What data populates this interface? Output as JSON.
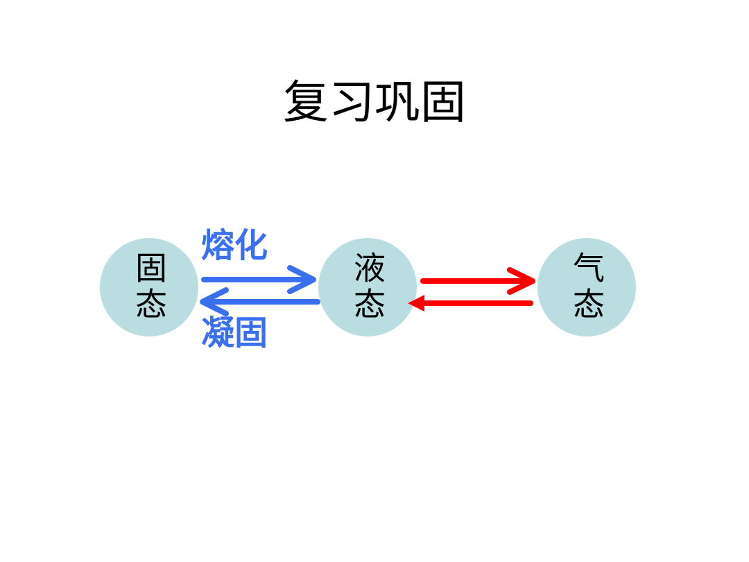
{
  "title": "复习巩固",
  "nodes": {
    "solid": "固态",
    "liquid": "液态",
    "gas": "气态"
  },
  "edges": {
    "melting": "熔化",
    "solidification": "凝固"
  },
  "colors": {
    "node_fill": "#b9dde1",
    "solid_liquid_arrows": "#3a6ff0",
    "liquid_gas_arrows": "#ff0000",
    "text": "#000000"
  }
}
